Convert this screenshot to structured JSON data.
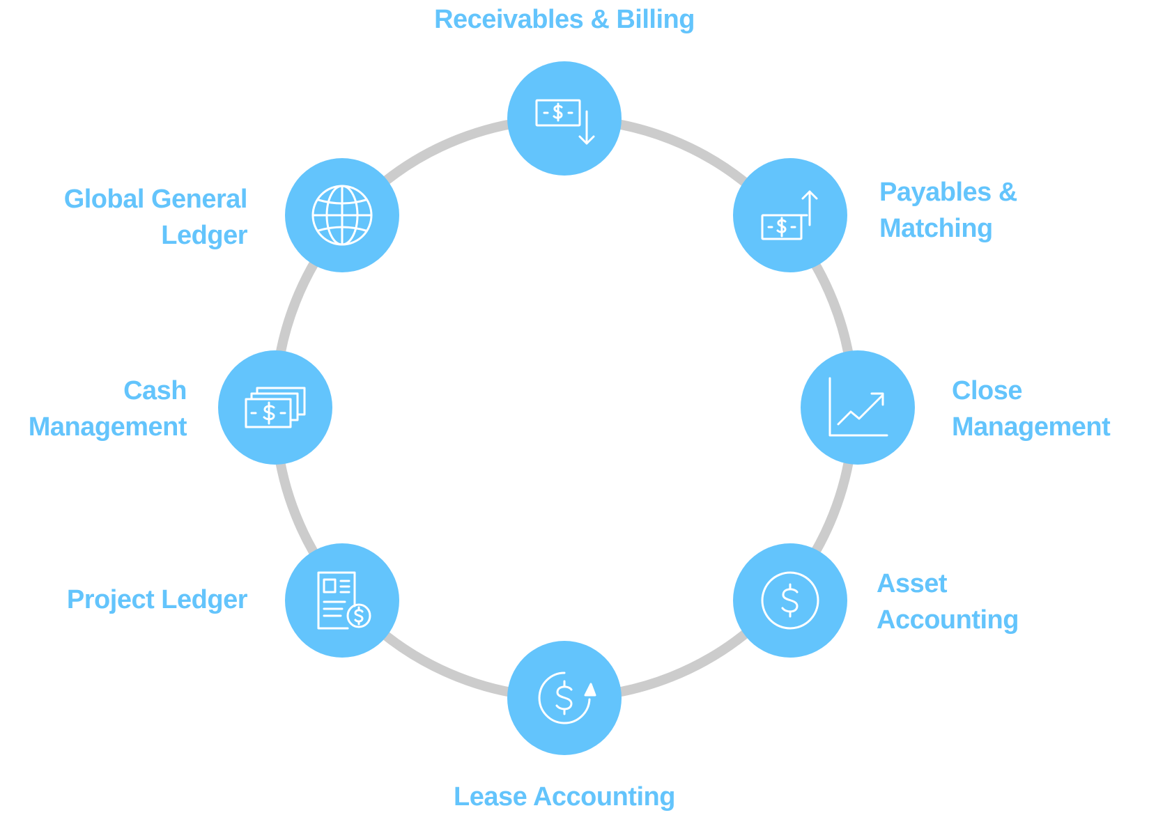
{
  "colors": {
    "accent": "#63c4fc",
    "ring": "#cccccc",
    "icon_stroke": "#ffffff"
  },
  "modules": [
    {
      "id": "receivables",
      "lines": [
        "Receivables & Billing"
      ],
      "icon": "cash-down-arrow-icon"
    },
    {
      "id": "payables",
      "lines": [
        "Payables &",
        "Matching"
      ],
      "icon": "cash-up-arrow-icon"
    },
    {
      "id": "close",
      "lines": [
        "Close",
        "Management"
      ],
      "icon": "trend-chart-icon"
    },
    {
      "id": "asset",
      "lines": [
        "Asset",
        "Accounting"
      ],
      "icon": "dollar-circle-icon"
    },
    {
      "id": "lease",
      "lines": [
        "Lease Accounting"
      ],
      "icon": "dollar-refresh-icon"
    },
    {
      "id": "project",
      "lines": [
        "Project Ledger"
      ],
      "icon": "document-dollar-icon"
    },
    {
      "id": "cash",
      "lines": [
        "Cash",
        "Management"
      ],
      "icon": "stacked-cash-icon"
    },
    {
      "id": "global",
      "lines": [
        "Global General",
        "Ledger"
      ],
      "icon": "globe-icon"
    }
  ]
}
